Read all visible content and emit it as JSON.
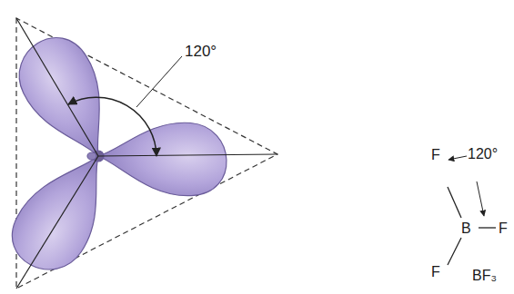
{
  "diagram": {
    "labels": [
      "120°",
      "F",
      "120°",
      "B",
      "F",
      "F",
      "BF₃"
    ]
  }
}
